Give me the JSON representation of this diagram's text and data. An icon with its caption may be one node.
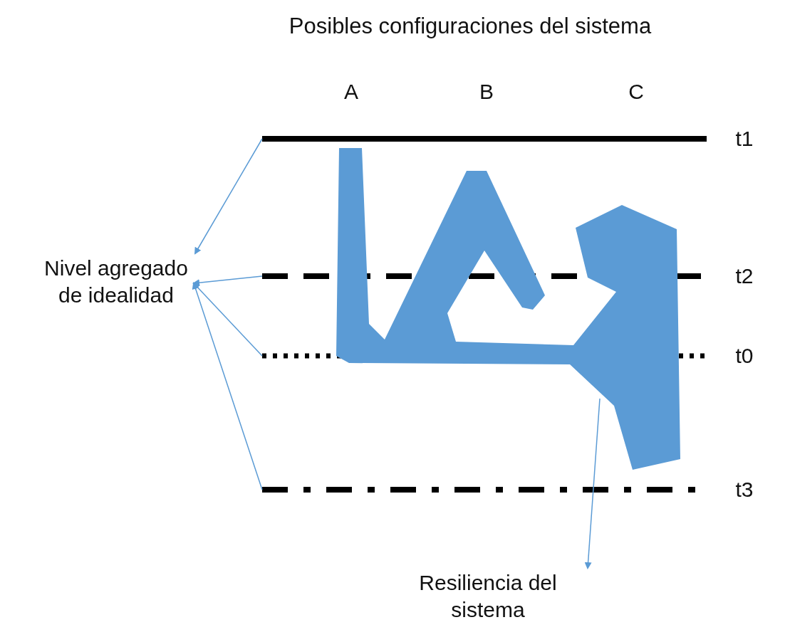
{
  "diagram": {
    "title": "Posibles configuraciones del sistema",
    "nodes": [
      {
        "text": [
          "Nivel agregado de idealidad"
        ]
      },
      {
        "text": [],
        "shape": "line",
        "beside": [
          "t1"
        ]
      },
      {
        "text": [],
        "shape": "line",
        "beside": [
          "t2"
        ]
      },
      {
        "text": [],
        "shape": "line",
        "beside": [
          "t0"
        ]
      },
      {
        "text": [],
        "shape": "line",
        "beside": [
          "t3"
        ]
      },
      {
        "text": [],
        "shape": "polygon"
      },
      {
        "text": [
          "Resiliencia del sistema"
        ]
      }
    ],
    "edges": [
      {
        "from": 1,
        "to": 0,
        "arrow": "to"
      },
      {
        "from": 2,
        "to": 0,
        "arrow": "to"
      },
      {
        "from": 3,
        "to": 0,
        "arrow": "to"
      },
      {
        "from": 4,
        "to": 0,
        "arrow": "to"
      },
      {
        "from": 5,
        "to": 6,
        "arrow": "to"
      }
    ],
    "labels": [
      "A",
      "B",
      "C"
    ]
  }
}
